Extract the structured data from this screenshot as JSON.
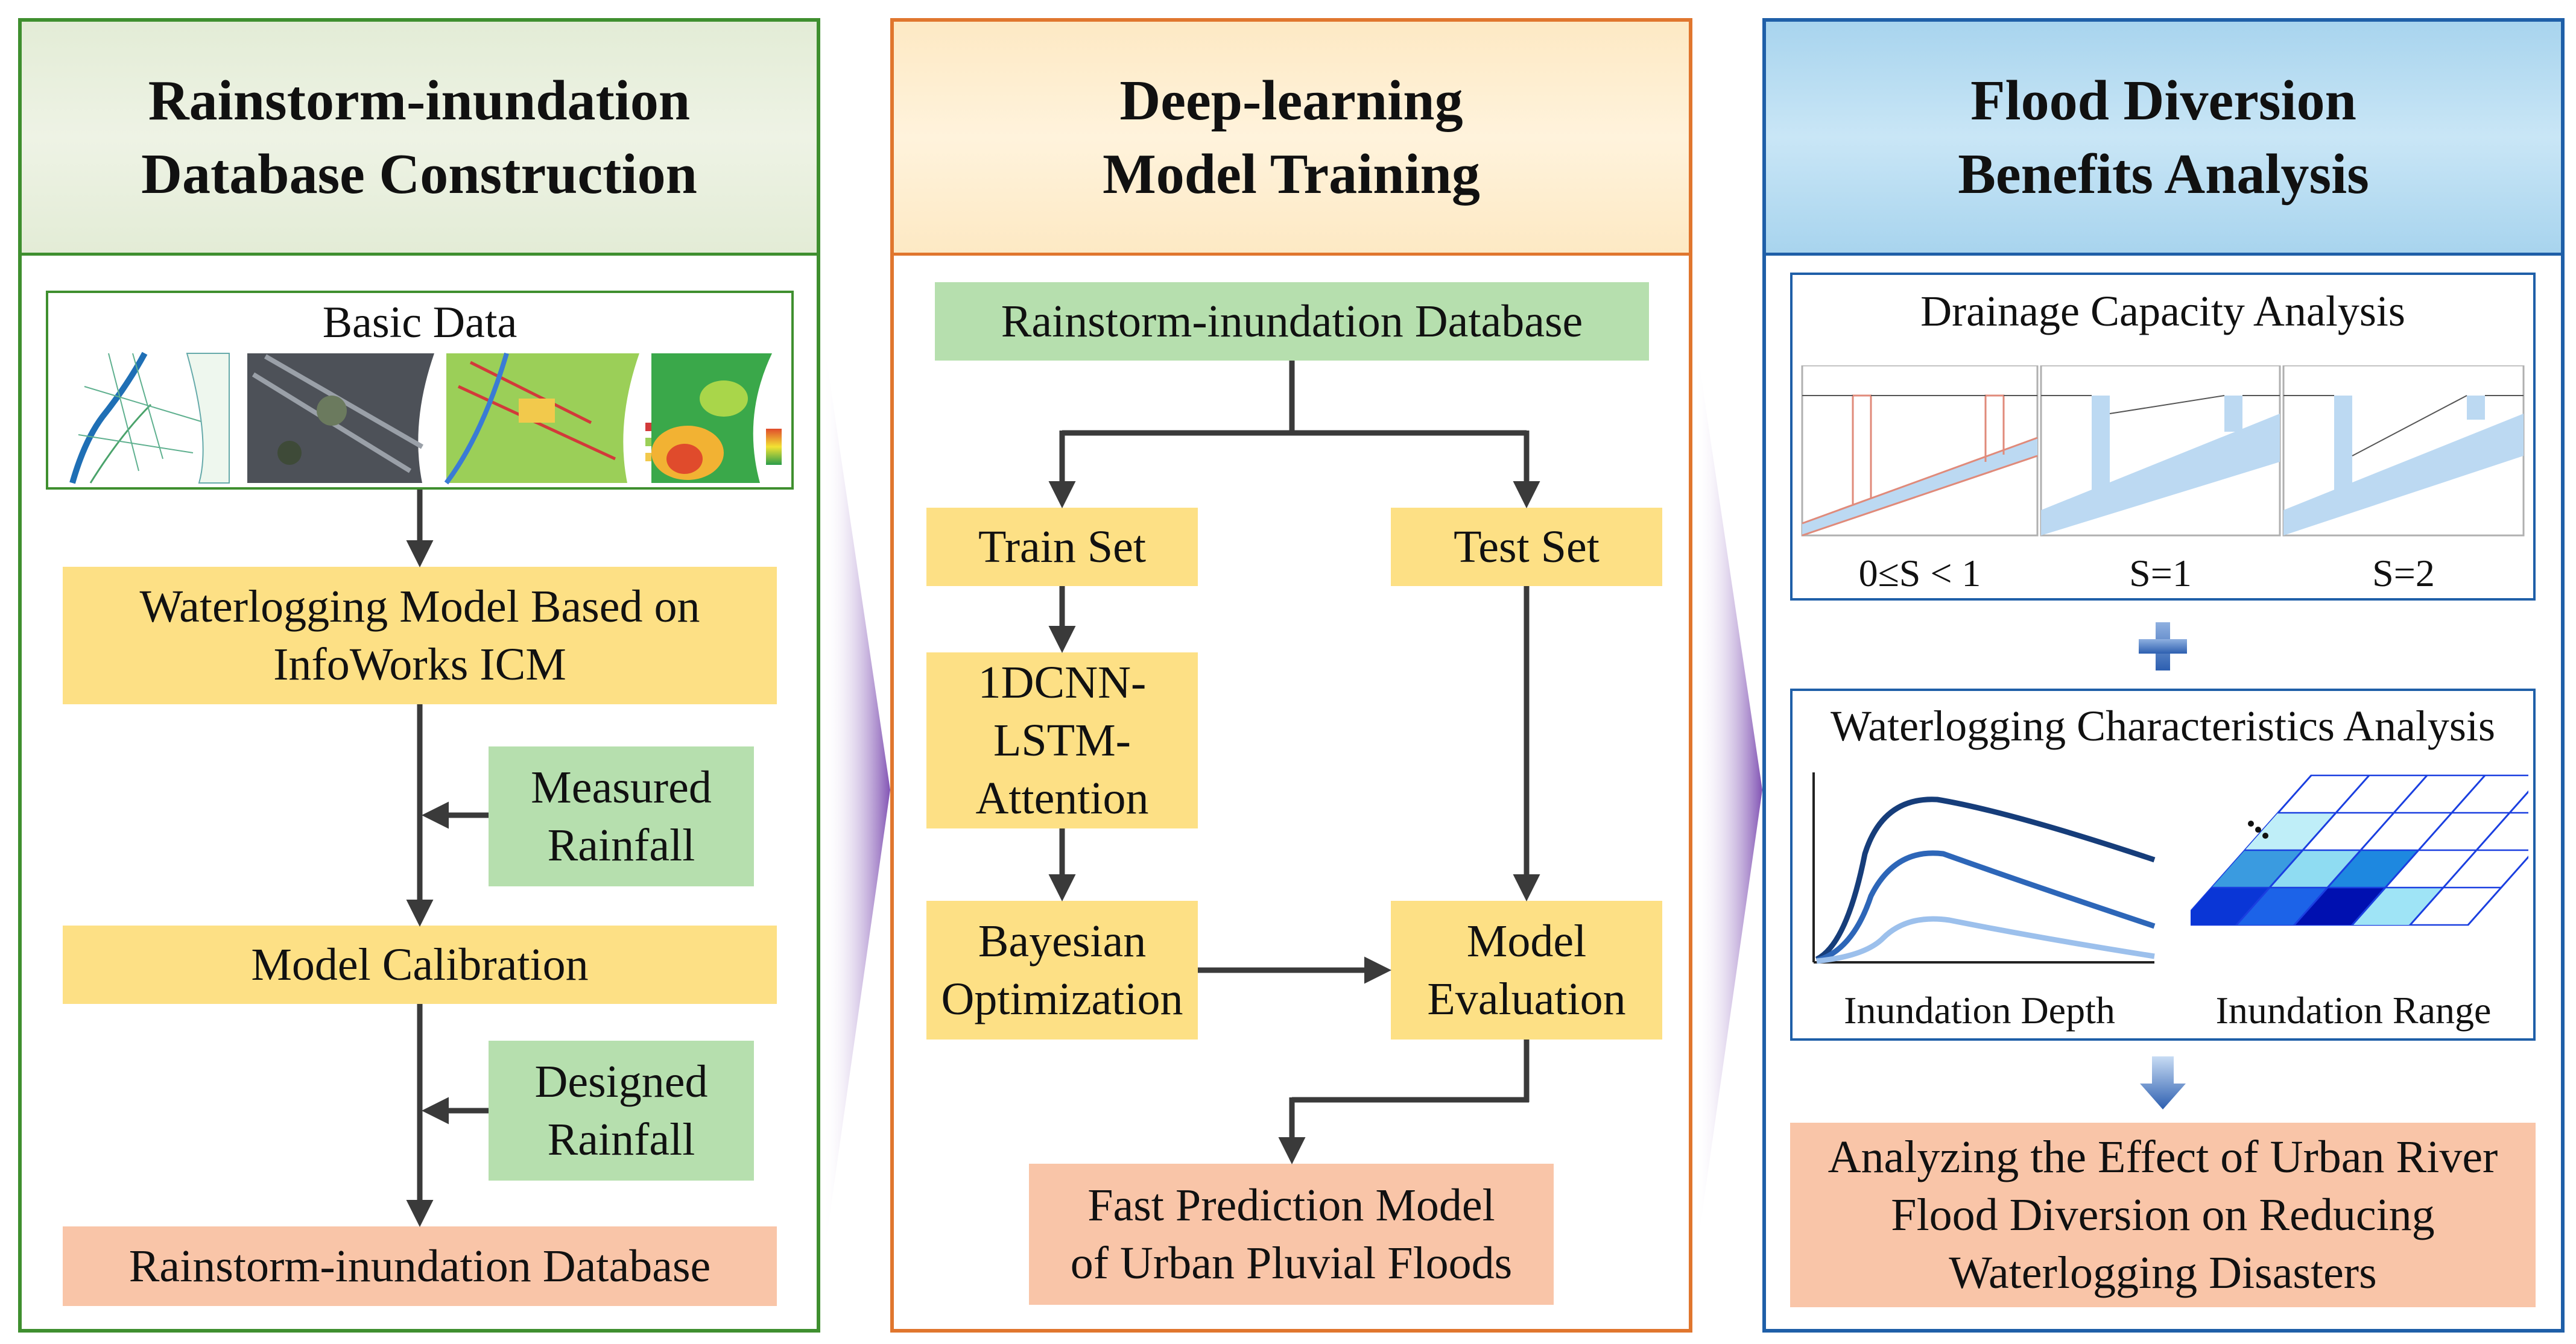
{
  "colors": {
    "panel1_border": "#3f8f2f",
    "panel2_border": "#e0762e",
    "panel3_border": "#1f5fa8",
    "yellow_box": "#fde085",
    "green_box": "#b6dfae",
    "salmon_box": "#f9c5a8",
    "arrow": "#3a3a3a",
    "fan_arrow": "#7b4bb0"
  },
  "panel1": {
    "title_line1": "Rainstorm-inundation",
    "title_line2": "Database Construction",
    "basic_data": "Basic Data",
    "waterlogging_model_line1": "Waterlogging Model Based on",
    "waterlogging_model_line2": "InfoWorks ICM",
    "measured_rainfall_line1": "Measured",
    "measured_rainfall_line2": "Rainfall",
    "model_calibration": "Model Calibration",
    "designed_rainfall_line1": "Designed",
    "designed_rainfall_line2": "Rainfall",
    "database": "Rainstorm-inundation Database"
  },
  "panel2": {
    "title_line1": "Deep-learning",
    "title_line2": "Model Training",
    "database": "Rainstorm-inundation Database",
    "train_set": "Train Set",
    "test_set": "Test Set",
    "model_line1": "1DCNN-",
    "model_line2": "LSTM-",
    "model_line3": "Attention",
    "bayes_line1": "Bayesian",
    "bayes_line2": "Optimization",
    "eval_line1": "Model",
    "eval_line2": "Evaluation",
    "fast_line1": "Fast Prediction Model",
    "fast_line2": "of Urban Pluvial Floods"
  },
  "panel3": {
    "title_line1": "Flood Diversion",
    "title_line2": "Benefits Analysis",
    "drainage_title": "Drainage Capacity Analysis",
    "s_labels": [
      "0≤S < 1",
      "S=1",
      "S=2"
    ],
    "waterlogging_title": "Waterlogging Characteristics Analysis",
    "depth_label": "Inundation Depth",
    "range_label": "Inundation Range",
    "result_line1": "Analyzing the Effect of Urban River",
    "result_line2": "Flood Diversion on Reducing",
    "result_line3": "Waterlogging Disasters"
  },
  "icons": [
    "plus-icon",
    "down-arrow-icon",
    "map-thumbnail-icon"
  ]
}
